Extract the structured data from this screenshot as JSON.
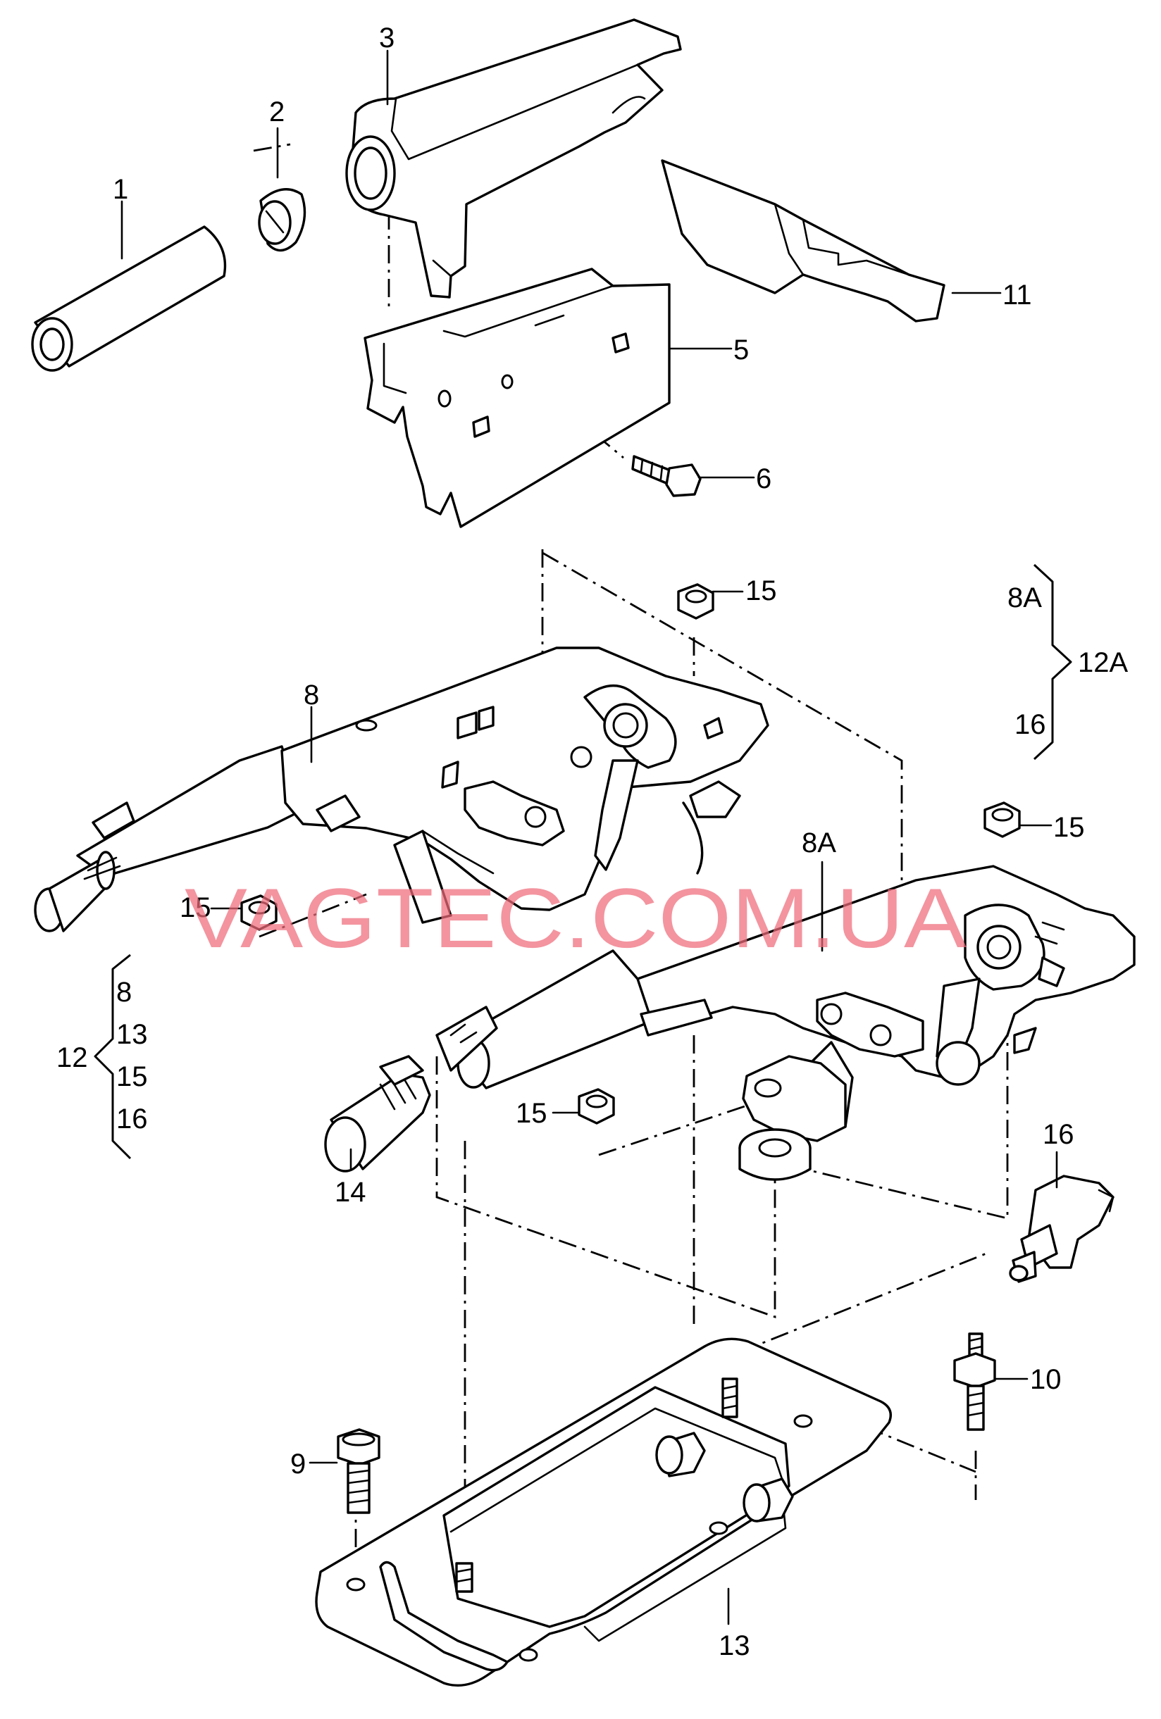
{
  "callouts": {
    "c1": "1",
    "c2": "2",
    "c3": "3",
    "c5": "5",
    "c6": "6",
    "c8": "8",
    "c8a": "8A",
    "c9": "9",
    "c10": "10",
    "c11": "11",
    "c13": "13",
    "c14": "14",
    "c15a": "15",
    "c15b": "15",
    "c15c": "15",
    "c15d": "15",
    "c16": "16"
  },
  "group_12": {
    "label": "12",
    "items": [
      "8",
      "13",
      "15",
      "16"
    ]
  },
  "group_12a": {
    "label": "12A",
    "items": [
      "8A",
      "16"
    ]
  },
  "watermark": "VAGTEC.COM.UA",
  "colors": {
    "line": "#000000",
    "watermark": "#ef6b7b",
    "background": "#ffffff"
  }
}
